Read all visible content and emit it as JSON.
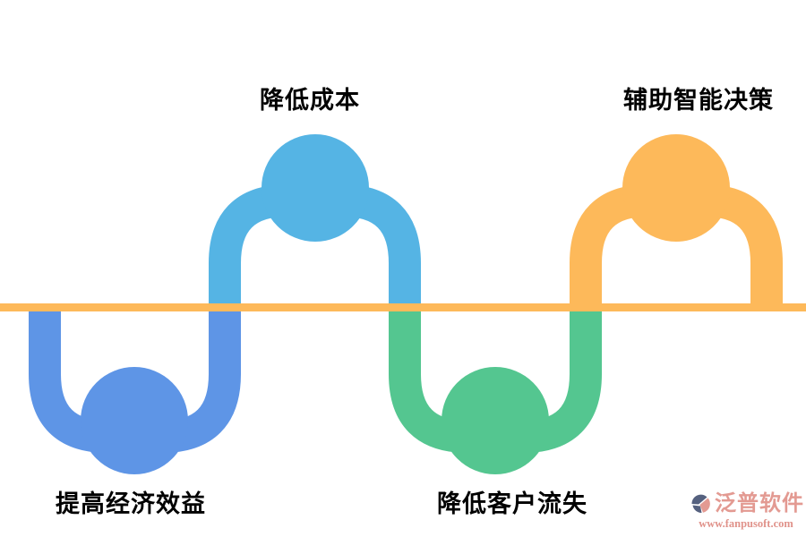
{
  "diagram": {
    "baseline": {
      "color": "#fdb95a"
    },
    "items": [
      {
        "id": "economic-benefit",
        "label": "提高经济效益",
        "color": "#5e95e6",
        "side": "below-line"
      },
      {
        "id": "reduce-cost",
        "label": "降低成本",
        "color": "#55b4e4",
        "side": "above-line"
      },
      {
        "id": "reduce-churn",
        "label": "降低客户流失",
        "color": "#54c690",
        "side": "below-line"
      },
      {
        "id": "smart-decision",
        "label": "辅助智能决策",
        "color": "#fdb95a",
        "side": "above-line"
      }
    ]
  },
  "watermark": {
    "brand": "泛普软件",
    "url": "www.fanpusoft.com",
    "brand_color": "#e39a92",
    "icon": "fanpu-logo-icon",
    "icon_colors": {
      "dark": "#55617f",
      "accent": "#e39a92"
    }
  }
}
